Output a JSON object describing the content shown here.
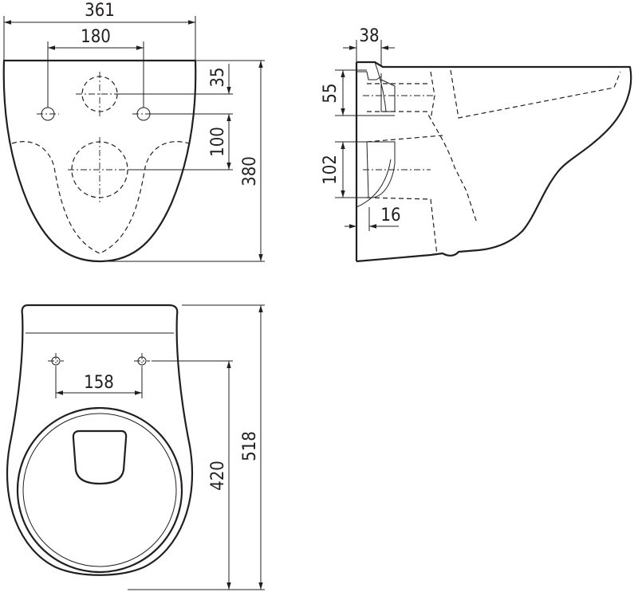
{
  "drawing": {
    "line_color": "#231f20",
    "front_view": {
      "width_label": "361",
      "mount_hole_spacing_label": "180",
      "mount_hole_offset_label": "35",
      "outlet_offset_label": "100",
      "height_label": "380"
    },
    "side_view": {
      "rim_depth_label": "38",
      "inlet_height_label": "55",
      "outlet_height_label": "102",
      "outlet_depth_label": "16"
    },
    "top_view": {
      "mount_hole_spacing_label": "158",
      "hole_to_front_label": "420",
      "length_label": "518"
    }
  }
}
